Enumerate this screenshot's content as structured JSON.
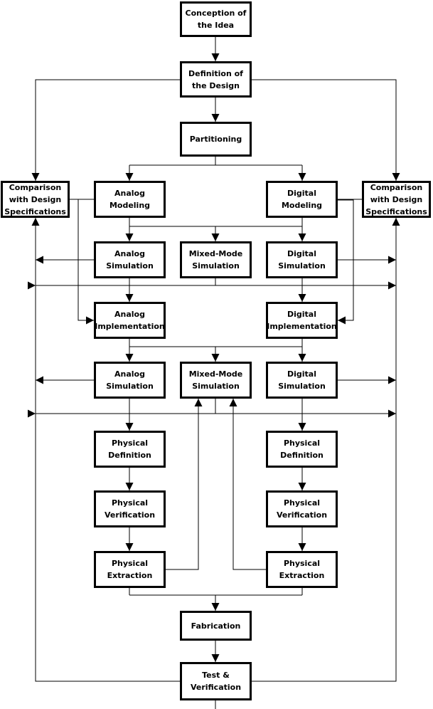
{
  "colors": {
    "line": "#000000",
    "box_fill": "#ffffff",
    "text": "#000000"
  },
  "boxes": {
    "conception": "Conception of\nthe Idea",
    "definition": "Definition of\nthe Design",
    "partitioning": "Partitioning",
    "comparison_left": "Comparison\nwith Design\nSpecifications",
    "comparison_right": "Comparison\nwith Design\nSpecifications",
    "analog_modeling": "Analog\nModeling",
    "digital_modeling": "Digital\nModeling",
    "analog_simulation_1": "Analog\nSimulation",
    "mixed_mode_simulation_1": "Mixed-Mode\nSimulation",
    "digital_simulation_1": "Digital\nSimulation",
    "analog_implementation": "Analog\nImplementation",
    "digital_implementation": "Digital\nImplementation",
    "analog_simulation_2": "Analog\nSimulation",
    "mixed_mode_simulation_2": "Mixed-Mode\nSimulation",
    "digital_simulation_2": "Digital\nSimulation",
    "physical_definition_left": "Physical\nDefinition",
    "physical_definition_right": "Physical\nDefinition",
    "physical_verification_left": "Physical\nVerification",
    "physical_verification_right": "Physical\nVerification",
    "physical_extraction_left": "Physical\nExtraction",
    "physical_extraction_right": "Physical\nExtraction",
    "fabrication": "Fabrication",
    "test_verification": "Test &\nVerification"
  }
}
